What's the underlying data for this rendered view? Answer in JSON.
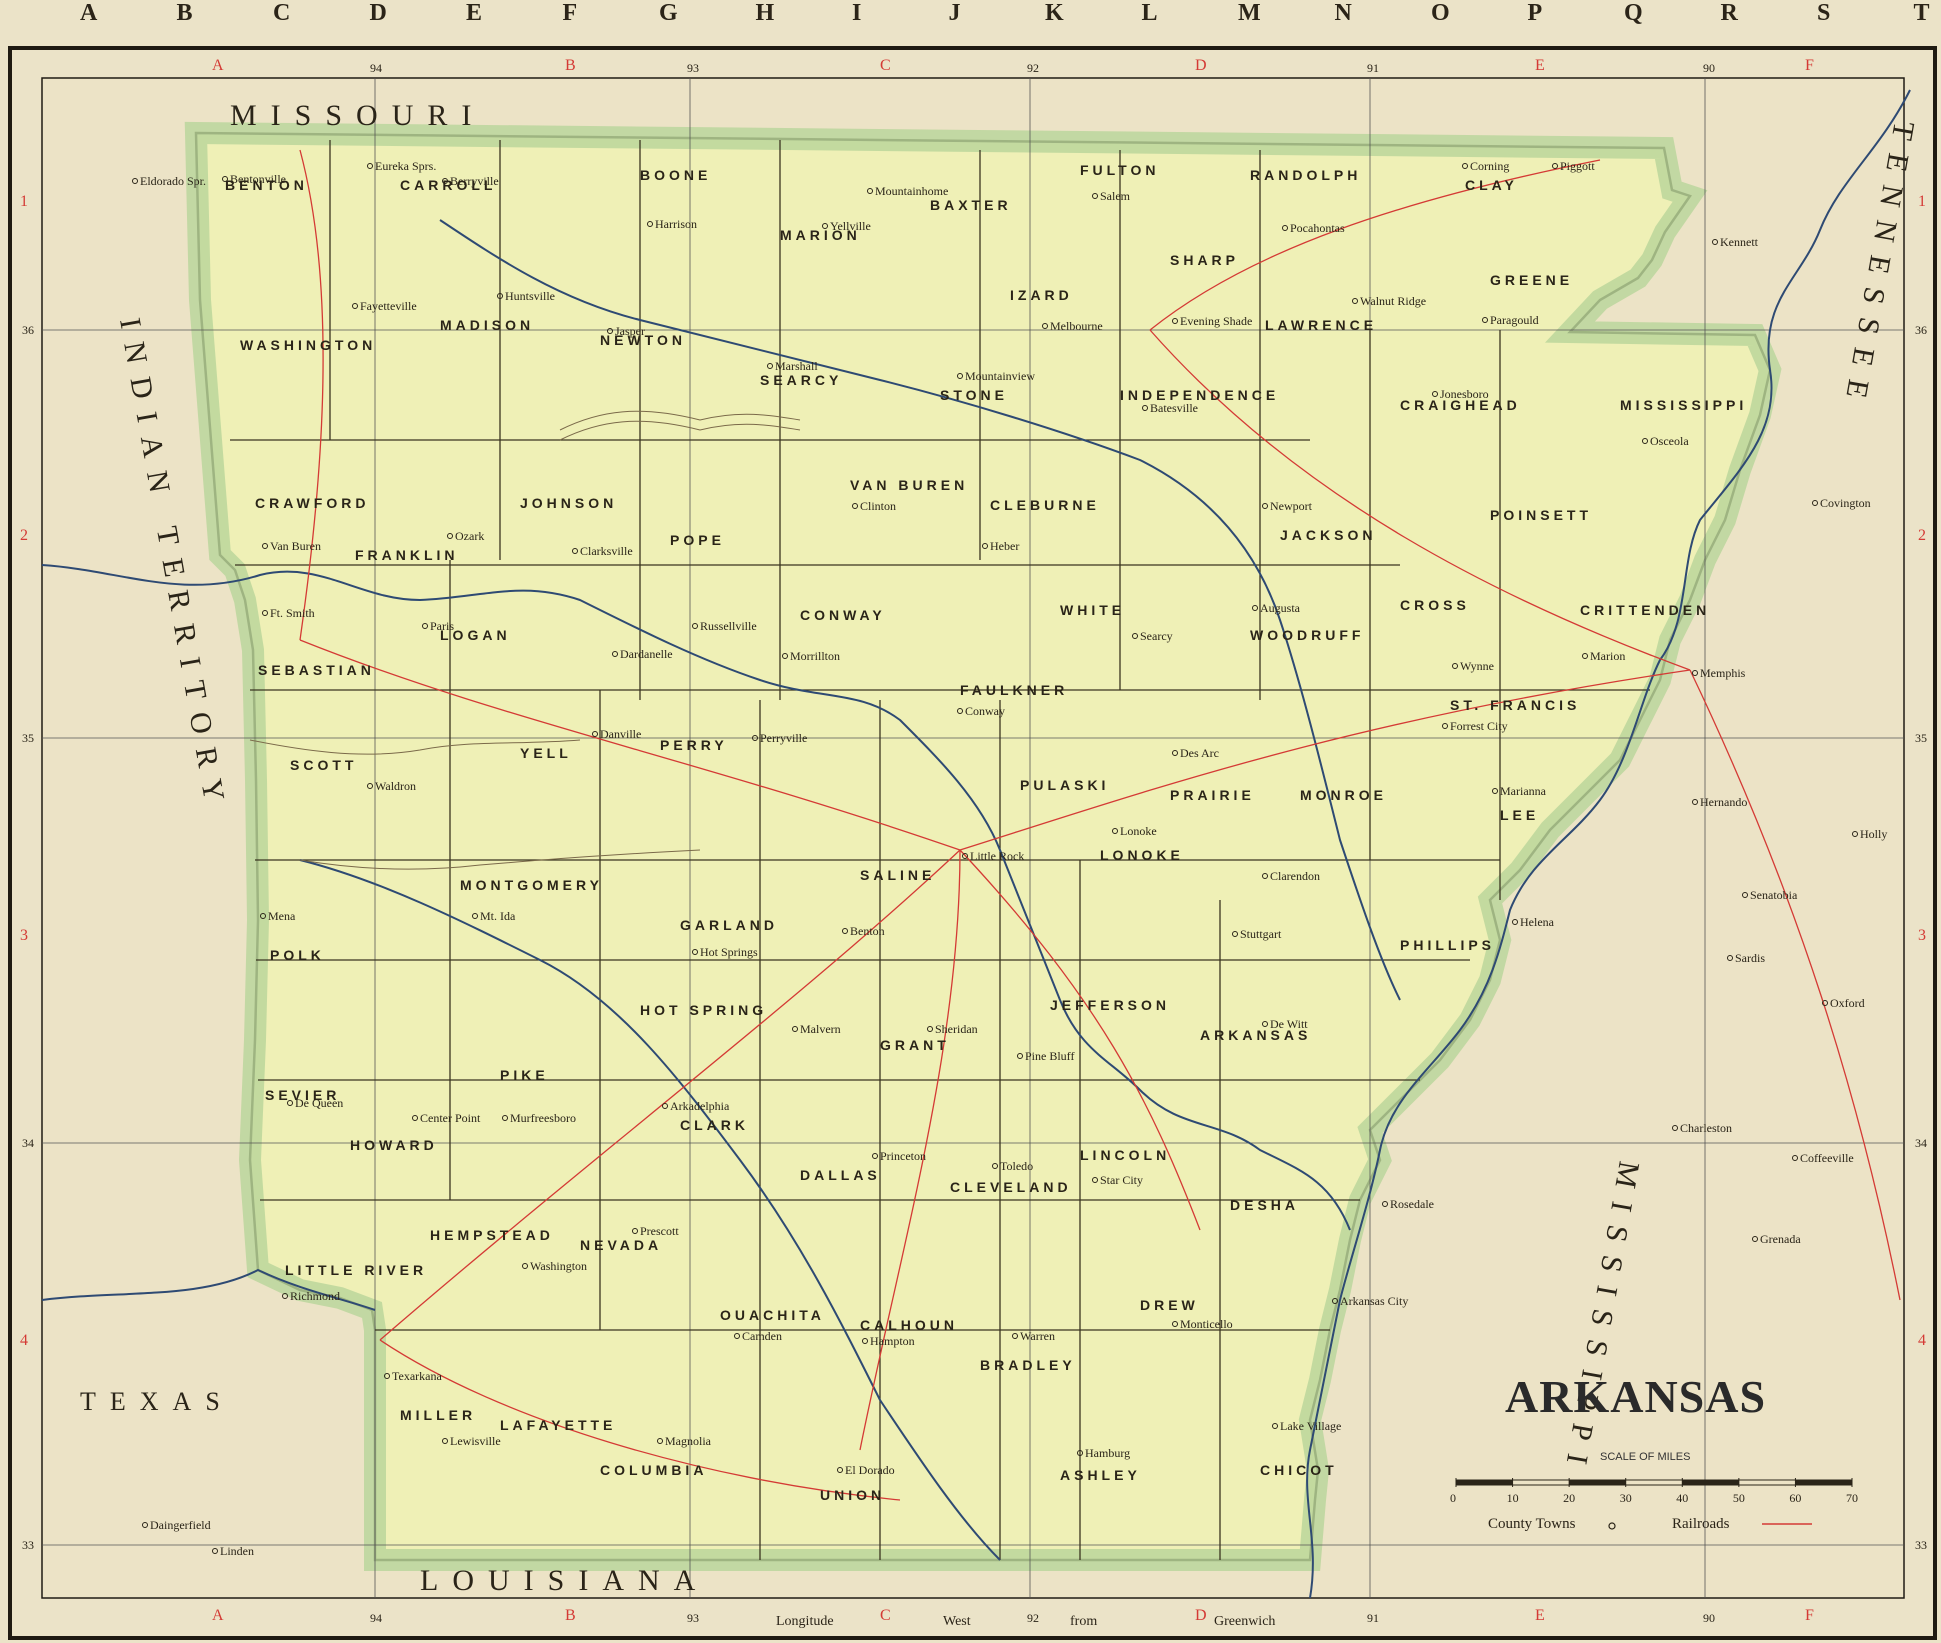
{
  "top_letters": [
    "A",
    "B",
    "C",
    "D",
    "E",
    "F",
    "G",
    "H",
    "I",
    "J",
    "K",
    "L",
    "M",
    "N",
    "O",
    "P",
    "Q",
    "R",
    "S",
    "T"
  ],
  "grid": {
    "col_letters": [
      "A",
      "B",
      "C",
      "D",
      "E",
      "F"
    ],
    "row_numbers": [
      "1",
      "2",
      "3",
      "4"
    ],
    "longitudes": [
      "94",
      "93",
      "92",
      "91",
      "90"
    ],
    "latitudes": [
      "36",
      "35",
      "34",
      "33"
    ]
  },
  "bottom_text": {
    "longitude": "Longitude",
    "west": "West",
    "from": "from",
    "greenwich": "Greenwich"
  },
  "title": "ARKANSAS",
  "scale": {
    "title": "SCALE OF MILES",
    "ticks": [
      "0",
      "10",
      "20",
      "30",
      "40",
      "50",
      "60",
      "70"
    ]
  },
  "legend": {
    "county_towns": "County Towns",
    "railroads": "Railroads"
  },
  "neighbors": [
    "MISSOURI",
    "INDIAN TERRITORY",
    "TEXAS",
    "LOUISIANA",
    "TENNESSEE",
    "MISSISSIPPI"
  ],
  "counties": [
    "BENTON",
    "CARROLL",
    "BOONE",
    "MARION",
    "BAXTER",
    "FULTON",
    "RANDOLPH",
    "CLAY",
    "WASHINGTON",
    "MADISON",
    "NEWTON",
    "SEARCY",
    "STONE",
    "IZARD",
    "SHARP",
    "LAWRENCE",
    "GREENE",
    "CRAWFORD",
    "FRANKLIN",
    "JOHNSON",
    "POPE",
    "VAN BUREN",
    "CLEBURNE",
    "INDEPENDENCE",
    "JACKSON",
    "CRAIGHEAD",
    "MISSISSIPPI",
    "SEBASTIAN",
    "LOGAN",
    "YELL",
    "CONWAY",
    "FAULKNER",
    "WHITE",
    "WOODRUFF",
    "CROSS",
    "POINSETT",
    "CRITTENDEN",
    "ST. FRANCIS",
    "SCOTT",
    "PERRY",
    "PULASKI",
    "LONOKE",
    "PRAIRIE",
    "MONROE",
    "LEE",
    "POLK",
    "MONTGOMERY",
    "GARLAND",
    "SALINE",
    "HOT SPRING",
    "GRANT",
    "JEFFERSON",
    "ARKANSAS",
    "PHILLIPS",
    "SEVIER",
    "HOWARD",
    "PIKE",
    "CLARK",
    "DALLAS",
    "CLEVELAND",
    "LINCOLN",
    "DESHA",
    "LITTLE RIVER",
    "HEMPSTEAD",
    "NEVADA",
    "OUACHITA",
    "CALHOUN",
    "BRADLEY",
    "DREW",
    "MILLER",
    "LAFAYETTE",
    "COLUMBIA",
    "UNION",
    "ASHLEY",
    "CHICOT"
  ],
  "towns": [
    "Bentonville",
    "Eureka Sprs.",
    "Berryville",
    "Harrison",
    "Yellville",
    "Mountainhome",
    "Salem",
    "Pocahontas",
    "Piggott",
    "Corning",
    "Fayetteville",
    "Huntsville",
    "Jasper",
    "Marshall",
    "Mountainview",
    "Melbourne",
    "Evening Shade",
    "Walnut Ridge",
    "Paragould",
    "Van Buren",
    "Ozark",
    "Clarksville",
    "Russellville",
    "Clinton",
    "Heber",
    "Batesville",
    "Newport",
    "Jonesboro",
    "Osceola",
    "Ft. Smith",
    "Paris",
    "Dardanelle",
    "Morrillton",
    "Conway",
    "Searcy",
    "Augusta",
    "Wynne",
    "Marion",
    "Forrest City",
    "Memphis",
    "Waldron",
    "Danville",
    "Perryville",
    "Little Rock",
    "Lonoke",
    "Des Arc",
    "Clarendon",
    "Marianna",
    "Helena",
    "Mena",
    "Mt. Ida",
    "Hot Springs",
    "Benton",
    "Malvern",
    "Sheridan",
    "Pine Bluff",
    "Stuttgart",
    "De Witt",
    "De Queen",
    "Center Point",
    "Murfreesboro",
    "Arkadelphia",
    "Princeton",
    "Toledo",
    "Star City",
    "Arkansas City",
    "Richmond",
    "Washington",
    "Prescott",
    "Camden",
    "Hampton",
    "Warren",
    "Monticello",
    "Texarkana",
    "Lewisville",
    "Magnolia",
    "El Dorado",
    "Hamburg",
    "Lake Village",
    "Kennett",
    "Covington",
    "Hernando",
    "Senatobia",
    "Sardis",
    "Oxford",
    "Holly",
    "Charleston",
    "Coffeeville",
    "Grenada",
    "Rosedale",
    "Daingerfield",
    "Linden",
    "Eldorado Spr."
  ]
}
